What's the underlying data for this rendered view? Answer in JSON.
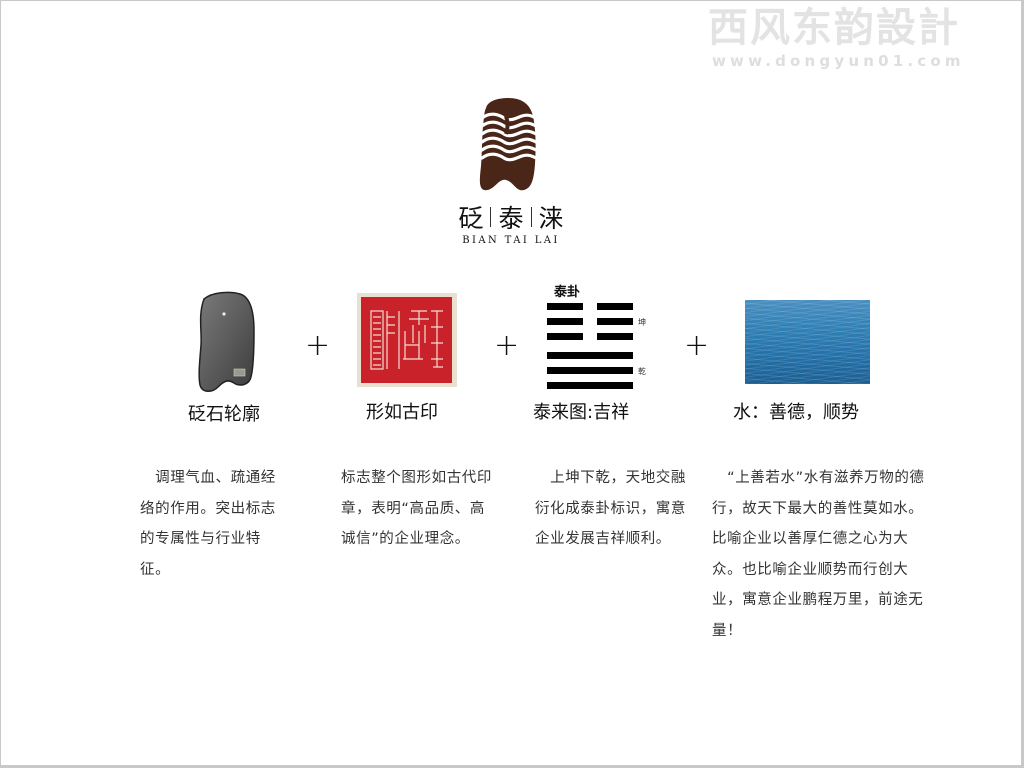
{
  "watermark": {
    "title": "西风东韵設計",
    "url": "www.dongyun01.com"
  },
  "logo": {
    "chinese_chars": [
      "砭",
      "泰",
      "涞"
    ],
    "pinyin": "BIAN  TAI  LAI",
    "brand_color": "#4a2618"
  },
  "elements": [
    {
      "id": "stone",
      "caption": "砭石轮廓",
      "description": "　调理气血、疏通经络的作用。突出标志的专属性与行业特征。"
    },
    {
      "id": "seal",
      "caption": "形如古印",
      "description": "标志整个图形如古代印章，表明“高品质、高诚信”的企业理念。",
      "seal_color": "#c9222b"
    },
    {
      "id": "hexagram",
      "caption": "泰来图:吉祥",
      "title": "泰卦",
      "upper_label": "坤",
      "lower_label": "乾",
      "description": "　上坤下乾，天地交融衍化成泰卦标识，寓意企业发展吉祥顺利。"
    },
    {
      "id": "water",
      "caption": "水：善德，顺势",
      "description": "　“上善若水”水有滋养万物的德行，故天下最大的善性莫如水。比喻企业以善厚仁德之心为大众。也比喻企业顺势而行创大业，寓意企业鹏程万里，前途无量！",
      "water_color": "#2f7fb5"
    }
  ],
  "operators": [
    "+",
    "+",
    "+"
  ]
}
